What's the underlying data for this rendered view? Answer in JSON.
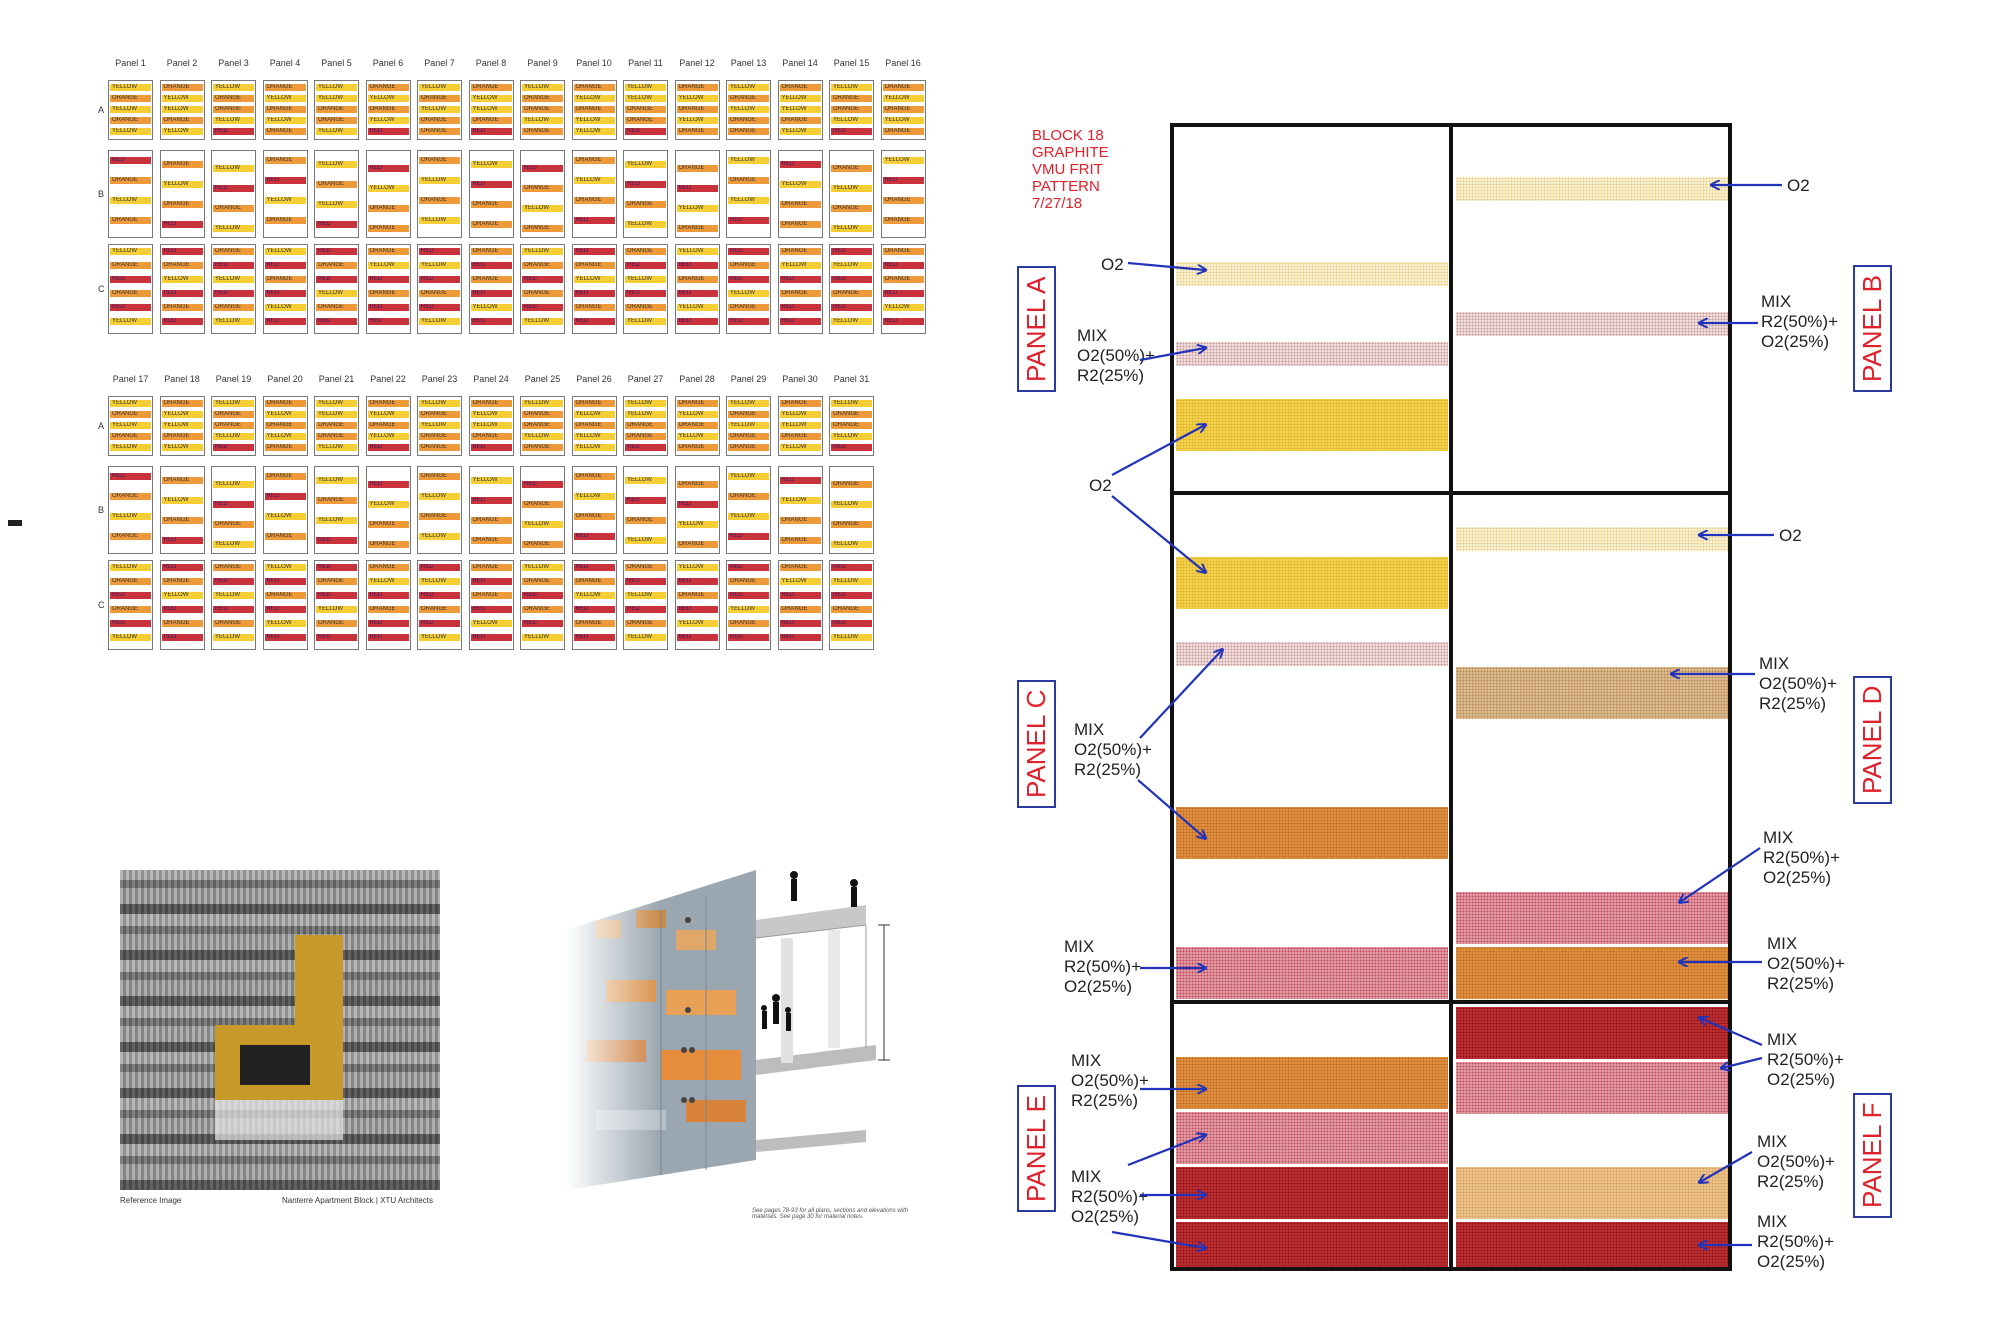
{
  "schedule": {
    "top_headers": [
      "Panel 1",
      "Panel 2",
      "Panel 3",
      "Panel 4",
      "Panel 5",
      "Panel 6",
      "Panel 7",
      "Panel 8",
      "Panel 9",
      "Panel 10",
      "Panel 11",
      "Panel 12",
      "Panel 13",
      "Panel 14",
      "Panel 15",
      "Panel 16"
    ],
    "bottom_headers": [
      "Panel 17",
      "Panel 18",
      "Panel 19",
      "Panel 20",
      "Panel 21",
      "Panel 22",
      "Panel 23",
      "Panel 24",
      "Panel 25",
      "Panel 26",
      "Panel 27",
      "Panel 28",
      "Panel 29",
      "Panel 30",
      "Panel 31"
    ],
    "row_labels": [
      "A",
      "B",
      "C"
    ],
    "stripe_words": {
      "Y": "YELLOW",
      "O": "ORANGE",
      "R": "RED"
    },
    "colors": {
      "yellow": "#f5cd34",
      "orange": "#ee9a3a",
      "red": "#c8323a"
    }
  },
  "reference": {
    "left_caption": "Reference Image",
    "right_caption": "Nanterre Apartment Block | XTU Architects",
    "render_note_line1": "See pages 78-93 for all plans, sections and elevations with",
    "render_note_line2": "materials. See page 30 for material notes."
  },
  "elevation": {
    "title_lines": [
      "BLOCK 18",
      "GRAPHITE",
      "VMU FRIT",
      "PATTERN",
      "7/27/18"
    ],
    "panels": [
      "PANEL A",
      "PANEL B",
      "PANEL C",
      "PANEL D",
      "PANEL E",
      "PANEL F"
    ],
    "labels": {
      "o2": "O2",
      "mix": "MIX",
      "o2_50": "O2(50%)+",
      "r2_25": "R2(25%)",
      "r2_50": "R2(50%)+",
      "o2_25": "O2(25%)"
    },
    "title_color": "#e0202a",
    "arrow_color": "#2233bb"
  }
}
